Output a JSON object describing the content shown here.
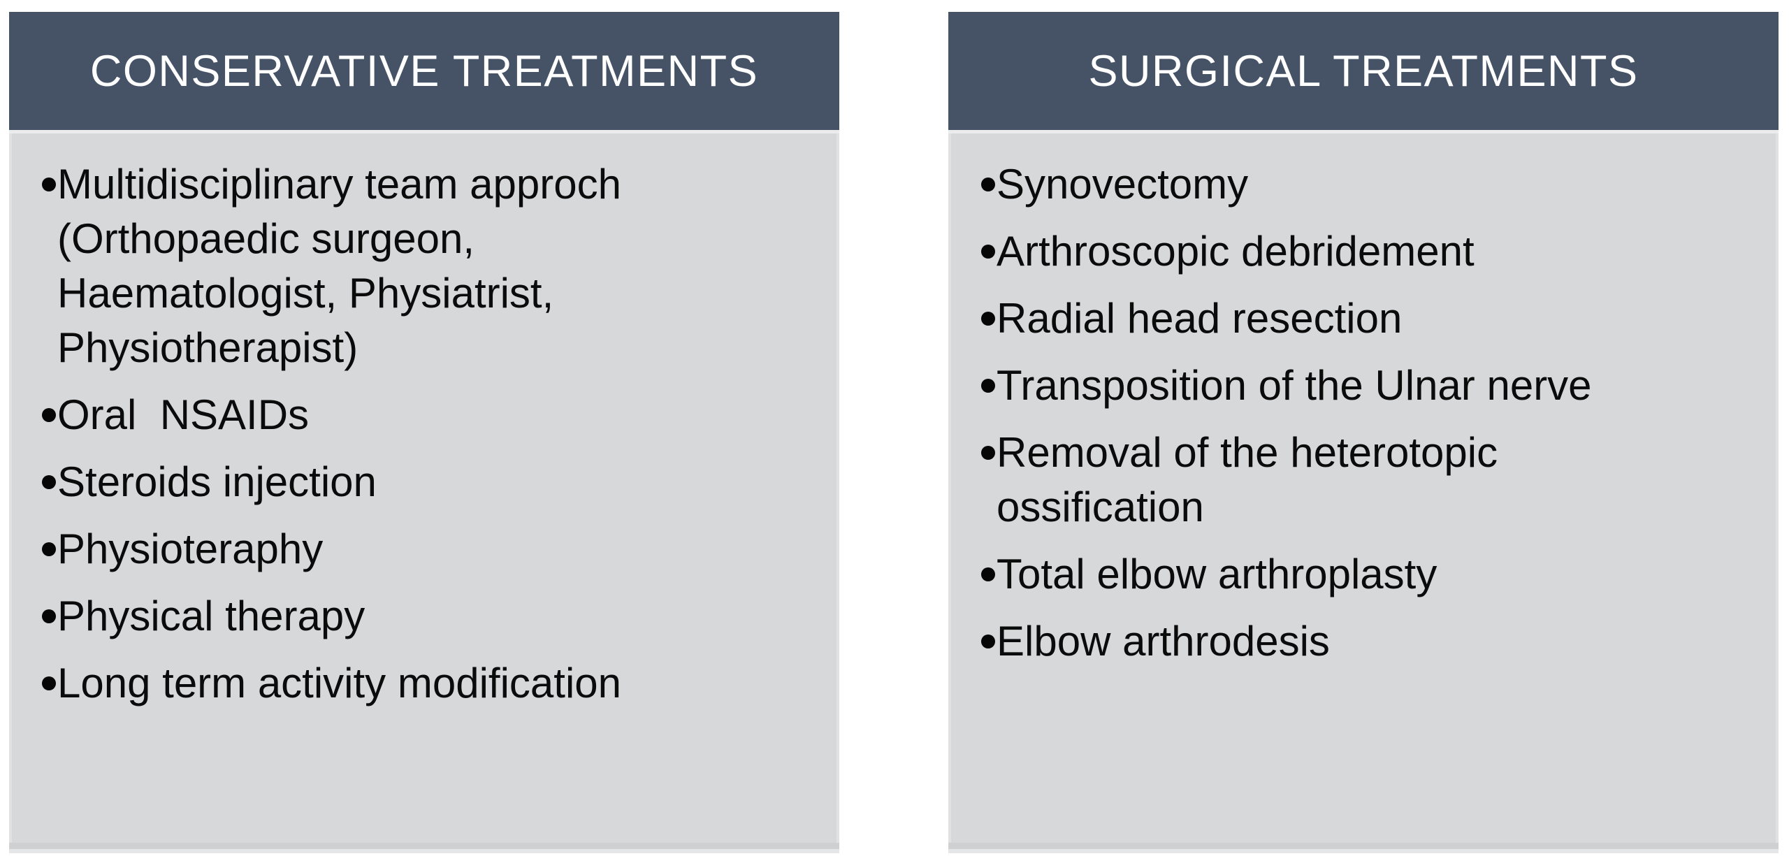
{
  "panels": [
    {
      "title": "CONSERVATIVE TREATMENTS",
      "items": [
        "Multidisciplinary team approch (Orthopaedic surgeon, Haematologist, Physiatrist, Physiotherapist)",
        "Oral  NSAIDs",
        "Steroids injection",
        "Physioteraphy",
        "Physical therapy",
        "Long term activity modification"
      ]
    },
    {
      "title": "SURGICAL TREATMENTS",
      "items": [
        "Synovectomy",
        "Arthroscopic debridement",
        "Radial head resection",
        "Transposition of the Ulnar nerve",
        "Removal of the heterotopic ossification",
        "Total elbow arthroplasty",
        "Elbow arthrodesis"
      ]
    }
  ],
  "colors": {
    "header_bg": "#465366",
    "header_text": "#ffffff",
    "body_bg": "#d6d8d9",
    "body_text": "#0b0b0b",
    "page_bg": "#ffffff",
    "bullet": "#060606"
  }
}
